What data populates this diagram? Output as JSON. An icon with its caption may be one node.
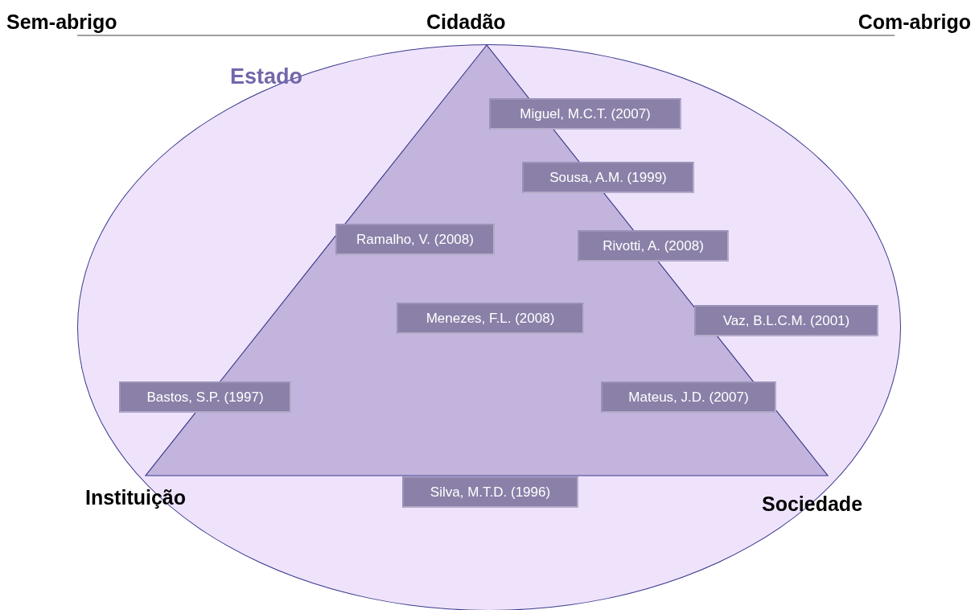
{
  "diagram": {
    "nodes": [
      {
        "text": [
          "Estado"
        ]
      },
      {
        "text": [],
        "shape": "triangle",
        "in": 0,
        "beside": [
          "Cidadão"
        ]
      },
      {
        "text": [
          "Miguel, M.C.T. (2007)"
        ],
        "in": 0
      },
      {
        "text": [
          "Sousa, A.M. (1999)"
        ],
        "in": 0
      },
      {
        "text": [
          "Ramalho, V. (2008)"
        ],
        "in": 1
      },
      {
        "text": [
          "Rivotti, A. (2008)"
        ],
        "in": 0
      },
      {
        "text": [
          "Menezes, F.L. (2008)"
        ],
        "in": 1
      },
      {
        "text": [
          "Vaz, B.L.C.M. (2001)"
        ],
        "in": 0
      },
      {
        "text": [
          "Bastos, S.P. (1997)"
        ],
        "in": 0
      },
      {
        "text": [
          "Mateus, J.D. (2007)"
        ],
        "in": 1
      },
      {
        "text": [
          "Silva, M.T.D. (1996)"
        ],
        "in": 0
      }
    ],
    "labels": [
      "Sem-abrigo",
      "Com-abrigo",
      "Instituição",
      "Sociedade"
    ]
  }
}
